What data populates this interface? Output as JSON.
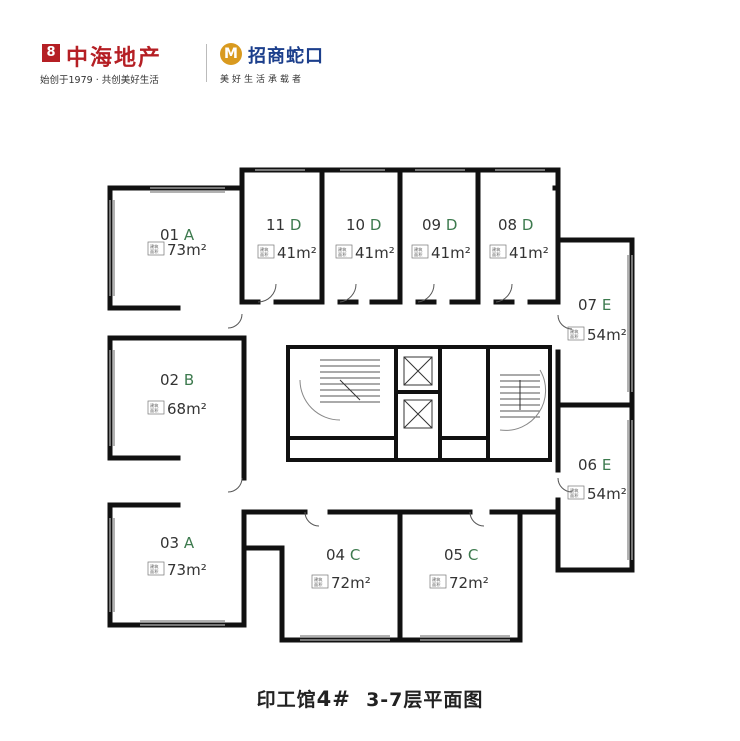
{
  "header": {
    "brand1": {
      "logo_glyph": "8",
      "name": "中海地产",
      "slogan": "始创于1979 · 共创美好生活",
      "color": "#b51f24"
    },
    "brand2": {
      "logo_glyph": "M",
      "name": "招商蛇口",
      "slogan": "美好生活承载者",
      "color": "#1c3f8c",
      "logo_color": "#d99a1f"
    }
  },
  "badge_label": {
    "line1": "建筑",
    "line2": "面积"
  },
  "units": [
    {
      "id": "01",
      "type": "A",
      "area": "73",
      "unit": "m²"
    },
    {
      "id": "02",
      "type": "B",
      "area": "68",
      "unit": "m²"
    },
    {
      "id": "03",
      "type": "A",
      "area": "73",
      "unit": "m²"
    },
    {
      "id": "11",
      "type": "D",
      "area": "41",
      "unit": "m²"
    },
    {
      "id": "10",
      "type": "D",
      "area": "41",
      "unit": "m²"
    },
    {
      "id": "09",
      "type": "D",
      "area": "41",
      "unit": "m²"
    },
    {
      "id": "08",
      "type": "D",
      "area": "41",
      "unit": "m²"
    },
    {
      "id": "07",
      "type": "E",
      "area": "54",
      "unit": "m²"
    },
    {
      "id": "06",
      "type": "E",
      "area": "54",
      "unit": "m²"
    },
    {
      "id": "04",
      "type": "C",
      "area": "72",
      "unit": "m²"
    },
    {
      "id": "05",
      "type": "C",
      "area": "72",
      "unit": "m²"
    }
  ],
  "caption": {
    "building": "印工馆",
    "number": "4#",
    "floors": "3-7层平面图"
  }
}
